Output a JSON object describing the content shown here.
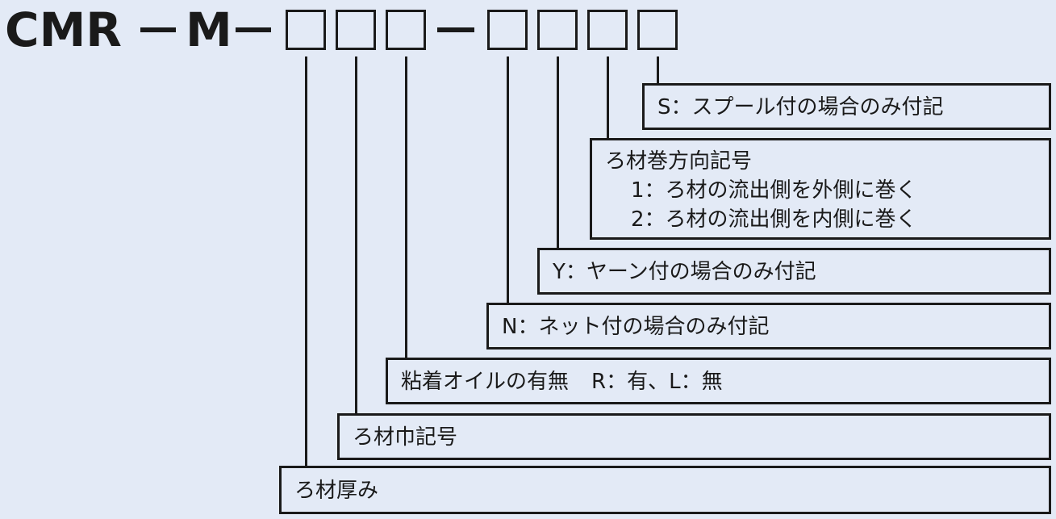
{
  "model": {
    "prefix": "CMR",
    "middle": "M"
  },
  "labels": {
    "spool": "S：スプール付の場合のみ付記",
    "direction_title": "ろ材巻方向記号",
    "direction_1": "1：ろ材の流出側を外側に巻く",
    "direction_2": "2：ろ材の流出側を内側に巻く",
    "yarn": "Y：ヤーン付の場合のみ付記",
    "net": "N：ネット付の場合のみ付記",
    "oil_title": "粘着オイルの有無",
    "oil_values": "R：有、L：無",
    "width": "ろ材巾記号",
    "thickness": "ろ材厚み"
  }
}
